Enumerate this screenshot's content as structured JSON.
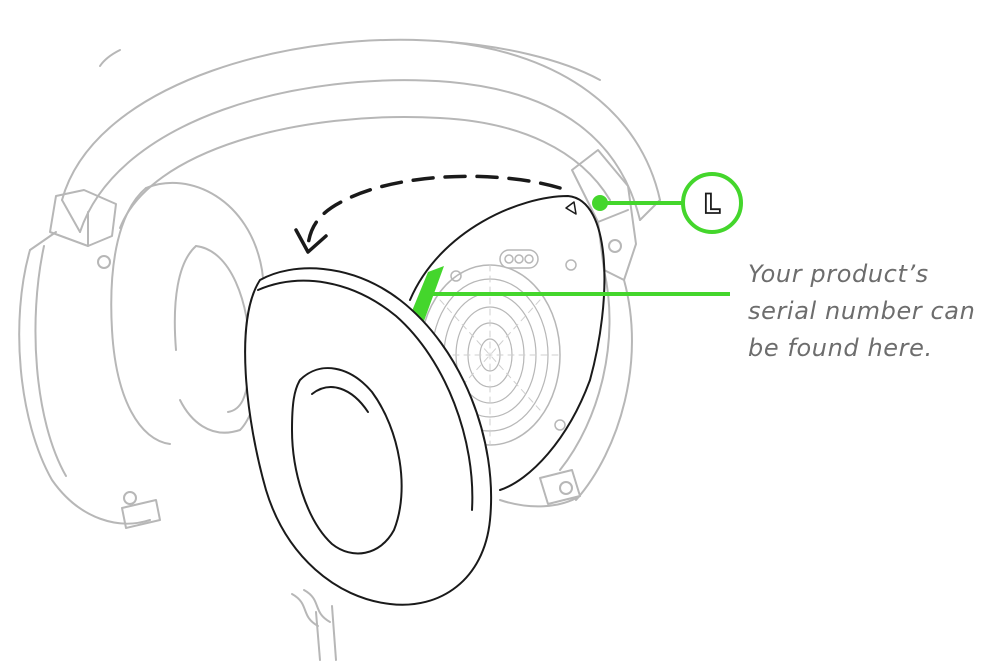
{
  "figure": {
    "side_marker": "L",
    "caption_lines": [
      "Your product’s",
      "serial number can",
      "be found here."
    ]
  },
  "colors": {
    "accent_green": "#44d62c",
    "headset_outline": "#b7b7b7",
    "earcup_outline": "#1a1a1a",
    "caption_text": "#6d6d6d"
  },
  "icons": {
    "remove_arrow": "dashed-curved-arrow-icon",
    "side_marker": "circled-letter-icon"
  }
}
